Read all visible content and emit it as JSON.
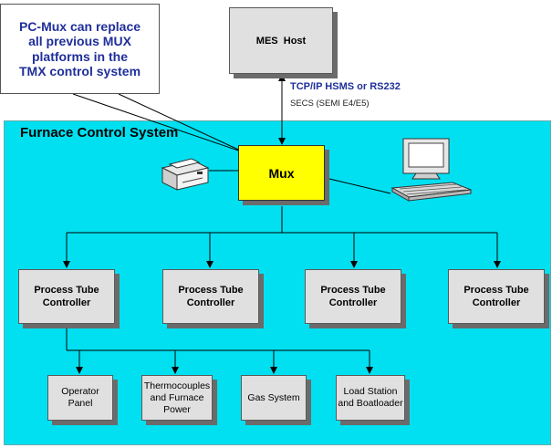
{
  "callout": {
    "lines": [
      "PC-Mux can replace",
      "all previous MUX",
      "platforms in the",
      "TMX control system"
    ]
  },
  "host": {
    "label": "MES  Host"
  },
  "link": {
    "protocol": "TCP/IP HSMS or RS232",
    "standard": "SECS (SEMI E4/E5)"
  },
  "region": {
    "title": "Furnace Control System"
  },
  "mux": {
    "label": "Mux"
  },
  "peripherals": {
    "printer": "printer-icon",
    "computer": "computer-icon"
  },
  "controllers": [
    {
      "line1": "Process Tube",
      "line2": "Controller"
    },
    {
      "line1": "Process Tube",
      "line2": "Controller"
    },
    {
      "line1": "Process Tube",
      "line2": "Controller"
    },
    {
      "line1": "Process Tube",
      "line2": "Controller"
    }
  ],
  "subsystems": [
    {
      "lines": [
        "Operator Panel"
      ]
    },
    {
      "lines": [
        "Thermocouples",
        "and Furnace",
        "Power"
      ]
    },
    {
      "lines": [
        "Gas System"
      ]
    },
    {
      "lines": [
        "Load Station",
        "and Boatloader"
      ]
    }
  ],
  "colors": {
    "region": "#00e0f0",
    "mux": "#ffff00",
    "box": "#e0e0e0",
    "callout_text": "#1f2f9a"
  }
}
